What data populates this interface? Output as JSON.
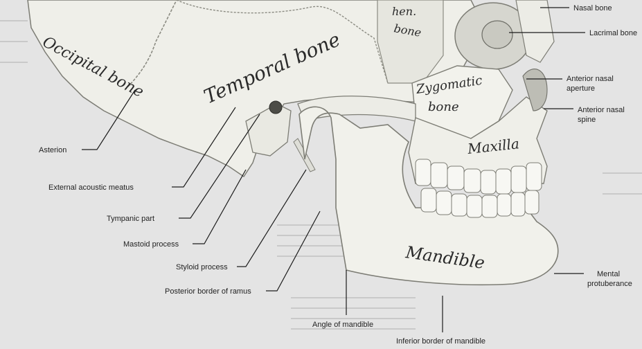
{
  "bone_labels": {
    "temporal": "Temporal bone",
    "occipital": "Occipital bone",
    "sphenoid_fragment": "hen.",
    "sphenoid_word": "bone",
    "zygomatic": "Zygomatic",
    "zygomatic_word": "bone",
    "maxilla": "Maxilla",
    "mandible": "Mandible"
  },
  "callouts": {
    "nasal_bone": "Nasal bone",
    "lacrimal_bone": "Lacrimal bone",
    "anterior_nasal_aperture_1": "Anterior nasal",
    "anterior_nasal_aperture_2": "aperture",
    "anterior_nasal_spine_1": "Anterior nasal",
    "anterior_nasal_spine_2": "spine",
    "asterion": "Asterion",
    "external_acoustic_meatus": "External acoustic meatus",
    "tympanic_part": "Tympanic part",
    "mastoid_process": "Mastoid process",
    "styloid_process": "Styloid process",
    "posterior_border_of_ramus": "Posterior border of ramus",
    "angle_of_mandible": "Angle of mandible",
    "inferior_border_of_mandible": "Inferior border of mandible",
    "mental_protuberance_1": "Mental",
    "mental_protuberance_2": "protuberance"
  }
}
